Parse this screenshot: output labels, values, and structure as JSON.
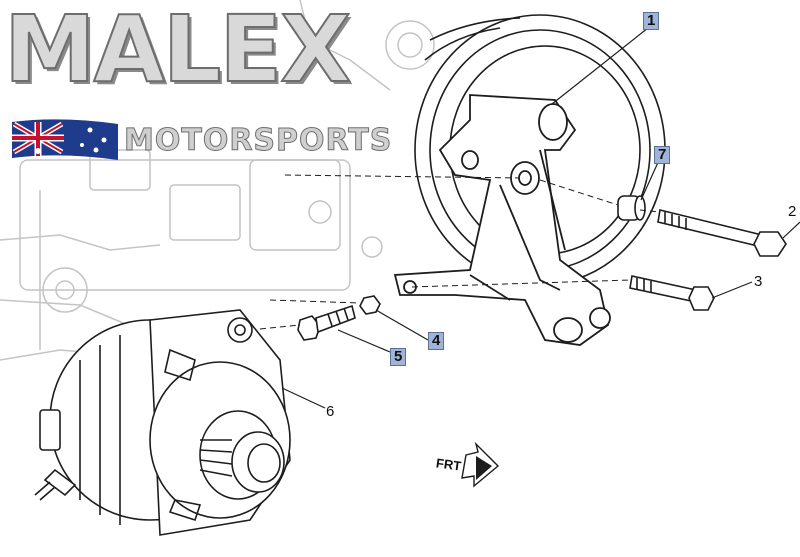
{
  "logo": {
    "brand_text": "MALEX",
    "sub_text": "MOTORSPORTS",
    "flag_icon": "australian-flag-icon"
  },
  "callouts": [
    {
      "id": "1",
      "label": "1",
      "boxed": true
    },
    {
      "id": "2",
      "label": "2",
      "boxed": false
    },
    {
      "id": "3",
      "label": "3",
      "boxed": false
    },
    {
      "id": "4",
      "label": "4",
      "boxed": true
    },
    {
      "id": "5",
      "label": "5",
      "boxed": true
    },
    {
      "id": "6",
      "label": "6",
      "boxed": false
    },
    {
      "id": "7",
      "label": "7",
      "boxed": true
    }
  ],
  "front_indicator": {
    "label": "FRT",
    "icon": "front-arrow-icon"
  },
  "colors": {
    "callout_box": "#9fb4d8",
    "line_art": "#222222",
    "background_engine": "#c8c8c8"
  }
}
